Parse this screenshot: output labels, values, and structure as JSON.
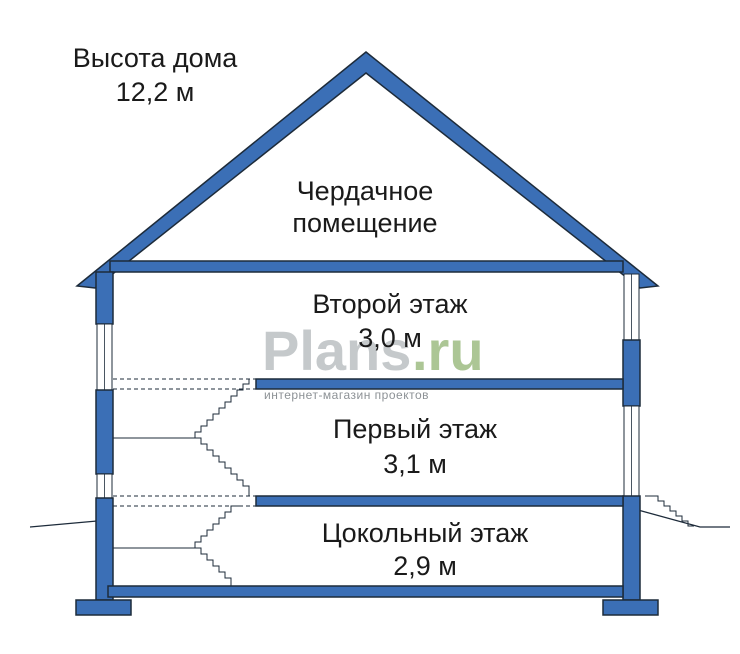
{
  "house_height": {
    "title": "Высота дома",
    "value": "12,2 м"
  },
  "attic": {
    "line1": "Чердачное",
    "line2": "помещение"
  },
  "floors": [
    {
      "name": "Второй этаж",
      "height": "3,0 м"
    },
    {
      "name": "Первый этаж",
      "height": "3,1 м"
    },
    {
      "name": "Цокольный этаж",
      "height": "2,9 м"
    }
  ],
  "watermark": {
    "brand": "Plans",
    "suffix": ".ru",
    "tagline": "интернет-магазин проектов"
  },
  "colors": {
    "structure_fill": "#3b6fb6",
    "outline": "#1d2b3a",
    "window_fill": "#ffffff",
    "text": "#1a1a1a",
    "watermark_gray": "#9fa4a8",
    "watermark_green": "#7fa85c"
  }
}
